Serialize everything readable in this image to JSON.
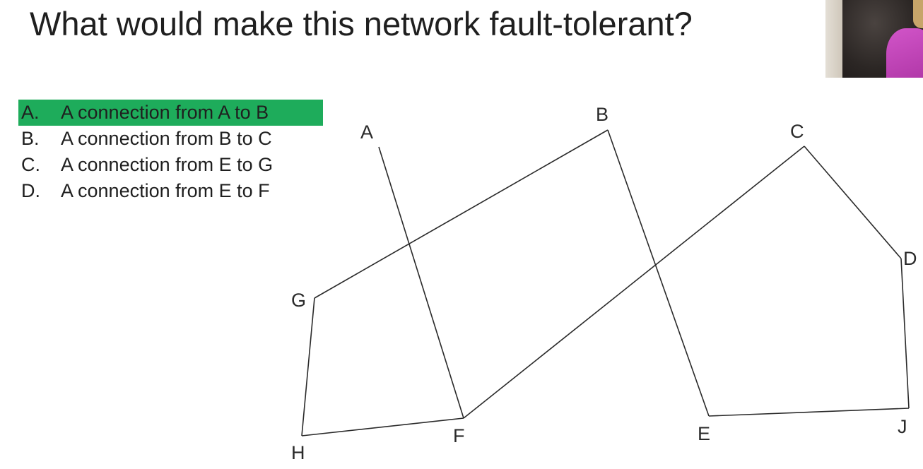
{
  "slide": {
    "title": "What would make this network fault-tolerant?"
  },
  "options": [
    {
      "letter": "A.",
      "text": "A connection from A to B",
      "highlighted": true
    },
    {
      "letter": "B.",
      "text": "A connection from B to C",
      "highlighted": false
    },
    {
      "letter": "C.",
      "text": "A connection from E to G",
      "highlighted": false
    },
    {
      "letter": "D.",
      "text": "A connection from E to F",
      "highlighted": false
    }
  ],
  "highlight_color": "#1eac5b",
  "network": {
    "nodes": [
      "A",
      "B",
      "C",
      "D",
      "E",
      "F",
      "G",
      "H",
      "J"
    ],
    "edges": [
      [
        "A",
        "F"
      ],
      [
        "G",
        "B"
      ],
      [
        "B",
        "E"
      ],
      [
        "F",
        "C"
      ],
      [
        "C",
        "D"
      ],
      [
        "D",
        "J"
      ],
      [
        "J",
        "E"
      ],
      [
        "G",
        "H"
      ],
      [
        "H",
        "F"
      ]
    ]
  },
  "webcam": {
    "icon": "presenter-video"
  }
}
